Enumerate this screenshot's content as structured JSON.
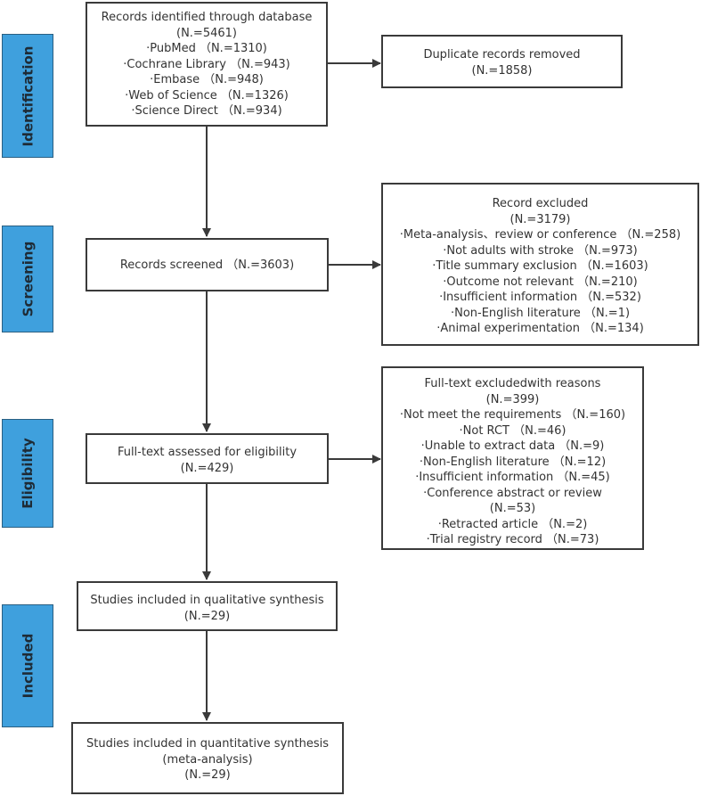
{
  "stages": [
    {
      "key": "identification",
      "label": "Identification"
    },
    {
      "key": "screening",
      "label": "Screening"
    },
    {
      "key": "eligibility",
      "label": "Eligibility"
    },
    {
      "key": "included",
      "label": "Included"
    }
  ],
  "boxes": {
    "identified": {
      "lines": [
        "Records identified through database",
        "(N.=5461)",
        "·PubMed （N.=1310)",
        "·Cochrane Library （N.=943)",
        "·Embase （N.=948)",
        "·Web of Science （N.=1326)",
        "·Science Direct （N.=934)"
      ]
    },
    "duplicates": {
      "lines": [
        "Duplicate records removed",
        "(N.=1858)"
      ]
    },
    "screened": {
      "lines": [
        "Records screened （N.=3603)"
      ]
    },
    "excluded": {
      "lines": [
        "Record excluded",
        "(N.=3179)",
        "·Meta-analysis、review or conference （N.=258)",
        "·Not adults with stroke （N.=973)",
        "·Title summary exclusion （N.=1603)",
        "·Outcome not relevant （N.=210)",
        "·Insufficient information （N.=532)",
        "·Non-English literature （N.=1)",
        "·Animal experimentation （N.=134)"
      ]
    },
    "fulltext": {
      "lines": [
        "Full-text assessed for eligibility",
        "(N.=429)"
      ]
    },
    "fulltext_excluded": {
      "lines": [
        "Full-text excludedwith reasons",
        "(N.=399)",
        "·Not meet the requirements （N.=160)",
        "·Not RCT （N.=46)",
        "·Unable to extract data （N.=9)",
        "·Non-English literature （N.=12)",
        "·Insufficient information （N.=45)",
        "·Conference abstract or review",
        "(N.=53)",
        "·Retracted article （N.=2)",
        "·Trial registry record （N.=73)"
      ]
    },
    "qualitative": {
      "lines": [
        "Studies included in qualitative synthesis",
        "(N.=29)"
      ]
    },
    "quantitative": {
      "lines": [
        "Studies included in quantitative synthesis",
        "(meta-analysis)",
        "(N.=29)"
      ]
    }
  },
  "colors": {
    "stage_fill": "#3fa0dd",
    "stage_text": "#1e2b36",
    "box_border": "#3a3a3a",
    "arrow": "#3a3a3a"
  }
}
